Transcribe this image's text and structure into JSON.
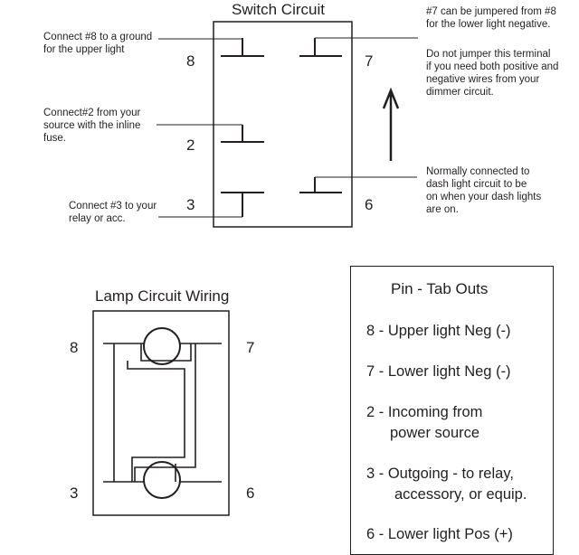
{
  "switch_circuit": {
    "title": "Switch Circuit",
    "pins": {
      "p8": "8",
      "p7": "7",
      "p2": "2",
      "p3": "3",
      "p6": "6"
    },
    "notes": {
      "pin8": [
        "Connect #8 to a ground",
        "for the upper light"
      ],
      "pin2": [
        "Connect#2 from your",
        "source with the inline",
        "fuse."
      ],
      "pin3": [
        "Connect #3 to your",
        "relay or acc."
      ],
      "pin7_jumper": [
        "#7 can be jumpered from #8",
        "for the lower light negative."
      ],
      "pin7_warning": [
        "Do not jumper this terminal",
        "if you need both positive and",
        "negative wires from your",
        "dimmer circuit."
      ],
      "pin6": [
        "Normally connected to",
        "dash light circuit to be",
        "on when your dash lights",
        "are on."
      ]
    }
  },
  "lamp_circuit": {
    "title": "Lamp Circuit Wiring",
    "pins": {
      "p8": "8",
      "p7": "7",
      "p3": "3",
      "p6": "6"
    }
  },
  "pin_tab_outs": {
    "title": "Pin - Tab Outs",
    "items": [
      [
        "8 - Upper light Neg (-)"
      ],
      [
        "7 - Lower light Neg (-)"
      ],
      [
        "2 - Incoming from",
        "power source"
      ],
      [
        "3 - Outgoing - to relay,",
        "accessory, or equip."
      ],
      [
        "6 - Lower light Pos (+)"
      ]
    ]
  }
}
